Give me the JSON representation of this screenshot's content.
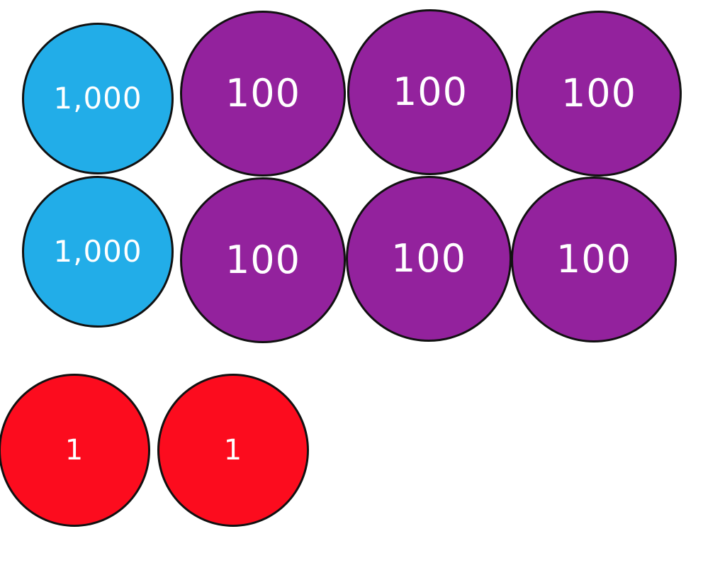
{
  "colors": {
    "thousand_disc": "#22ade8",
    "hundred_disc": "#93229d",
    "one_disc": "#fc0c1e",
    "outline": "#111111",
    "label": "#ffffff"
  },
  "thousands": [
    {
      "label": "1,000"
    },
    {
      "label": "1,000"
    }
  ],
  "hundreds": [
    {
      "label": "100"
    },
    {
      "label": "100"
    },
    {
      "label": "100"
    },
    {
      "label": "100"
    },
    {
      "label": "100"
    },
    {
      "label": "100"
    }
  ],
  "ones": [
    {
      "label": "1"
    },
    {
      "label": "1"
    }
  ]
}
